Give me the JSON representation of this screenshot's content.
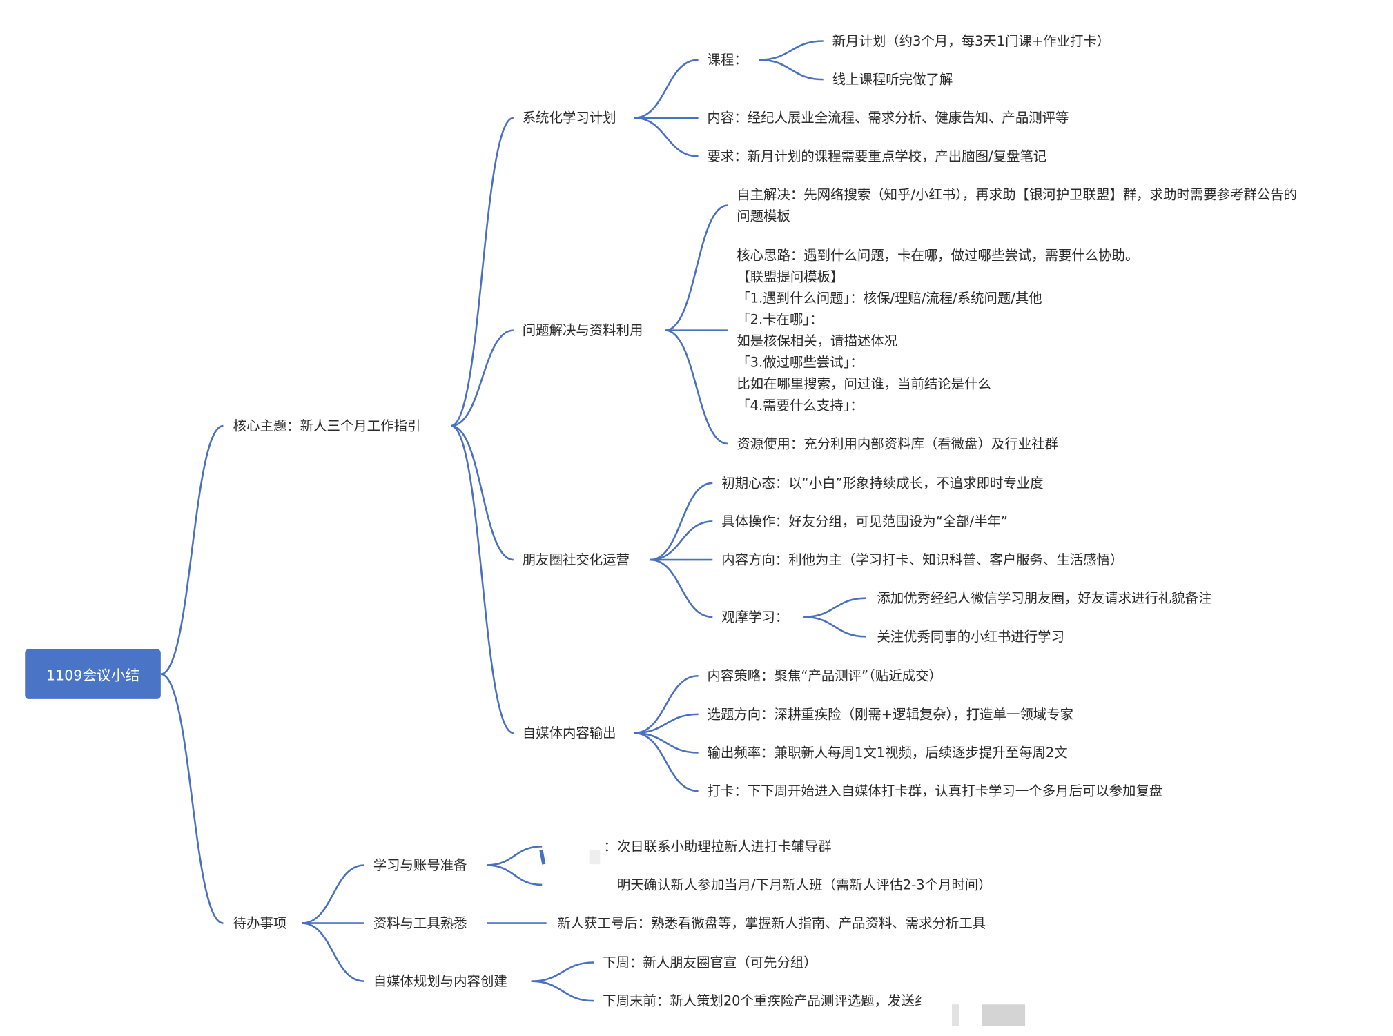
{
  "root": "1109会议小结",
  "core": {
    "title": "核心主题：新人三个月工作指引",
    "study": {
      "title": "系统化学习计划",
      "course": "课程：",
      "course_items": [
        "新月计划（约3个月，每3天1门课+作业打卡）",
        "线上课程听完做了解"
      ],
      "content": "内容：经纪人展业全流程、需求分析、健康告知、产品测评等",
      "require": "要求：新月计划的课程需要重点学校，产出脑图/复盘笔记"
    },
    "problem": {
      "title": "问题解决与资料利用",
      "self": [
        "自主解决：先网络搜索（知乎/小红书），再求助【银河护卫联盟】群，求助时需要参考群公告的",
        "问题模板"
      ],
      "core_lines": [
        "核心思路：遇到什么问题，卡在哪，做过哪些尝试，需要什么协助。",
        "【联盟提问模板】",
        "「1.遇到什么问题」：核保/理赔/流程/系统问题/其他",
        "「2.卡在哪」：",
        "如是核保相关，请描述体况",
        "「3.做过哪些尝试」：",
        "比如在哪里搜索，问过谁，当前结论是什么",
        "「4.需要什么支持」："
      ],
      "resource": "资源使用：充分利用内部资料库（看微盘）及行业社群"
    },
    "moments": {
      "title": "朋友圈社交化运营",
      "items": [
        "初期心态：以“小白”形象持续成长，不追求即时专业度",
        "具体操作：好友分组，可见范围设为“全部/半年”",
        "内容方向：利他为主（学习打卡、知识科普、客户服务、生活感悟）"
      ],
      "observe": "观摩学习：",
      "observe_items": [
        "添加优秀经纪人微信学习朋友圈，好友请求进行礼貌备注",
        "关注优秀同事的小红书进行学习"
      ]
    },
    "media": {
      "title": "自媒体内容输出",
      "items": [
        "内容策略：聚焦“产品测评”（贴近成交）",
        "选题方向：深耕重疾险（刚需+逻辑复杂），打造单一领域专家",
        "输出频率：兼职新人每周1文1视频，后续逐步提升至每周2文",
        "打卡：下下周开始进入自媒体打卡群，认真打卡学习一个多月后可以参加复盘"
      ]
    }
  },
  "todo": {
    "title": "待办事项",
    "prep": {
      "title": "学习与账号准备",
      "items": [
        "：次日联系小助理拉新人进打卡辅导群",
        "明天确认新人参加当月/下月新人班（需新人评估2-3个月时间）"
      ]
    },
    "tools": {
      "title": "资料与工具熟悉",
      "item": "新人获工号后：熟悉看微盘等，掌握新人指南、产品资料、需求分析工具"
    },
    "plan": {
      "title": "自媒体规划与内容创建",
      "items": [
        "下周：新人朋友圈官宣（可先分组）",
        "下周末前：新人策划20个重疾险产品测评选题，发送纟"
      ]
    }
  }
}
